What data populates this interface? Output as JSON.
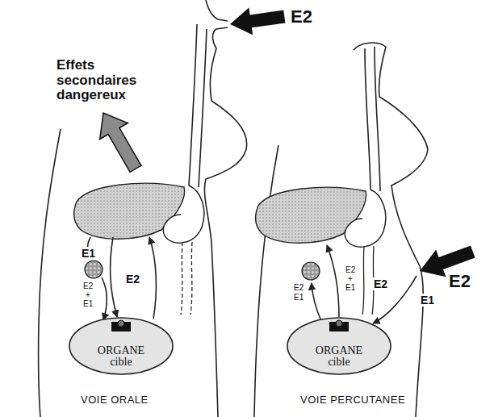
{
  "diagram": {
    "nodes": [
      {
        "text": [
          "ORGANE cible"
        ]
      },
      {
        "text": [
          "ORGANE cible"
        ]
      }
    ],
    "labels": [
      "Effets secondaires dangereux",
      "E2",
      "E1",
      "E2",
      "+",
      "E1",
      "E2",
      "VOIE ORALE",
      "E2",
      "E1",
      "E2",
      "+",
      "E1",
      "E2",
      "E2",
      "E1",
      "VOIE PERCUTANEE"
    ]
  }
}
